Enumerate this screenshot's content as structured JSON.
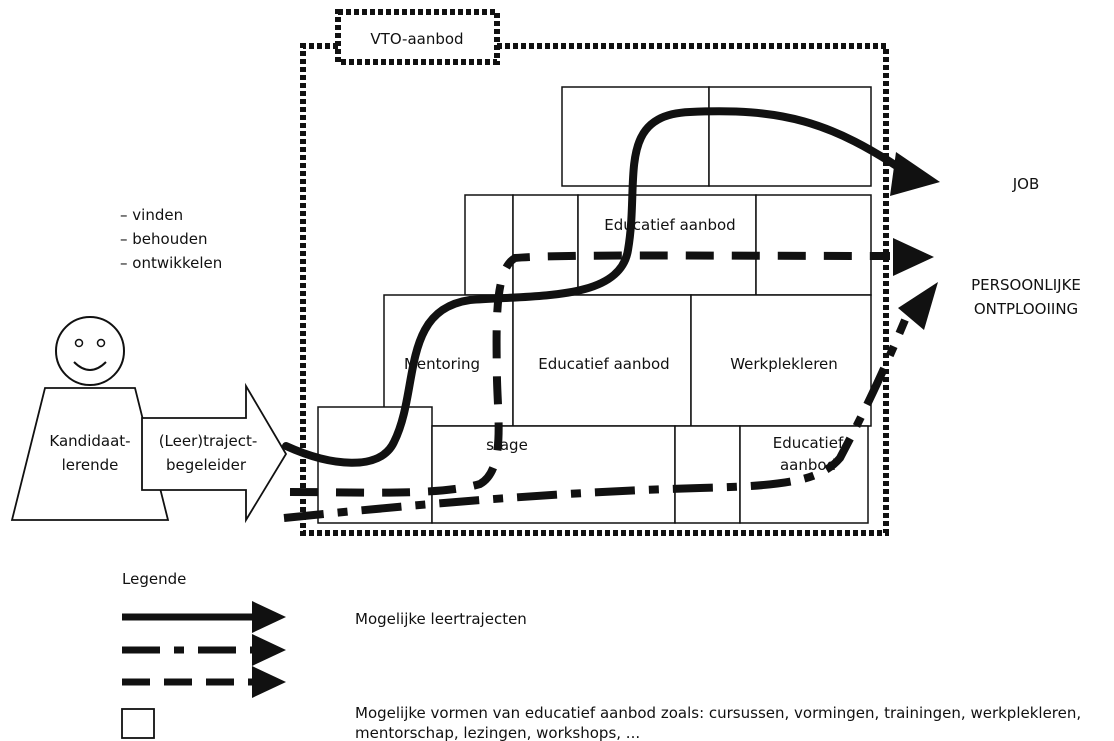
{
  "frame": {
    "label": "VTO-aanbod"
  },
  "bullets": [
    "– vinden",
    "– behouden",
    "– ontwikkelen"
  ],
  "person": {
    "label_line1": "Kandidaat-",
    "label_line2": "lerende"
  },
  "arrow_label": {
    "line1": "(Leer)traject-",
    "line2": "begeleider"
  },
  "blocks": {
    "row2": {
      "educatief": "Educatief aanbod"
    },
    "row3": {
      "mentoring": "Mentoring",
      "educatief": "Educatief aanbod",
      "werkplekleren": "Werkplekleren"
    },
    "row4": {
      "stage": "stage",
      "educatief_line1": "Educatief",
      "educatief_line2": "aanbod"
    }
  },
  "outcomes": {
    "job": "JOB",
    "persoonlijke_line1": "PERSOONLIJKE",
    "persoonlijke_line2": "ONTPLOOIING"
  },
  "legend": {
    "title": "Legende",
    "paths_label": "Mogelijke leertrajecten",
    "box_label_line1": "Mogelijke vormen van educatief aanbod zoals: cursussen, vormingen, trainingen, werkplekleren,",
    "box_label_line2": "mentorschap, lezingen, workshops, ..."
  }
}
